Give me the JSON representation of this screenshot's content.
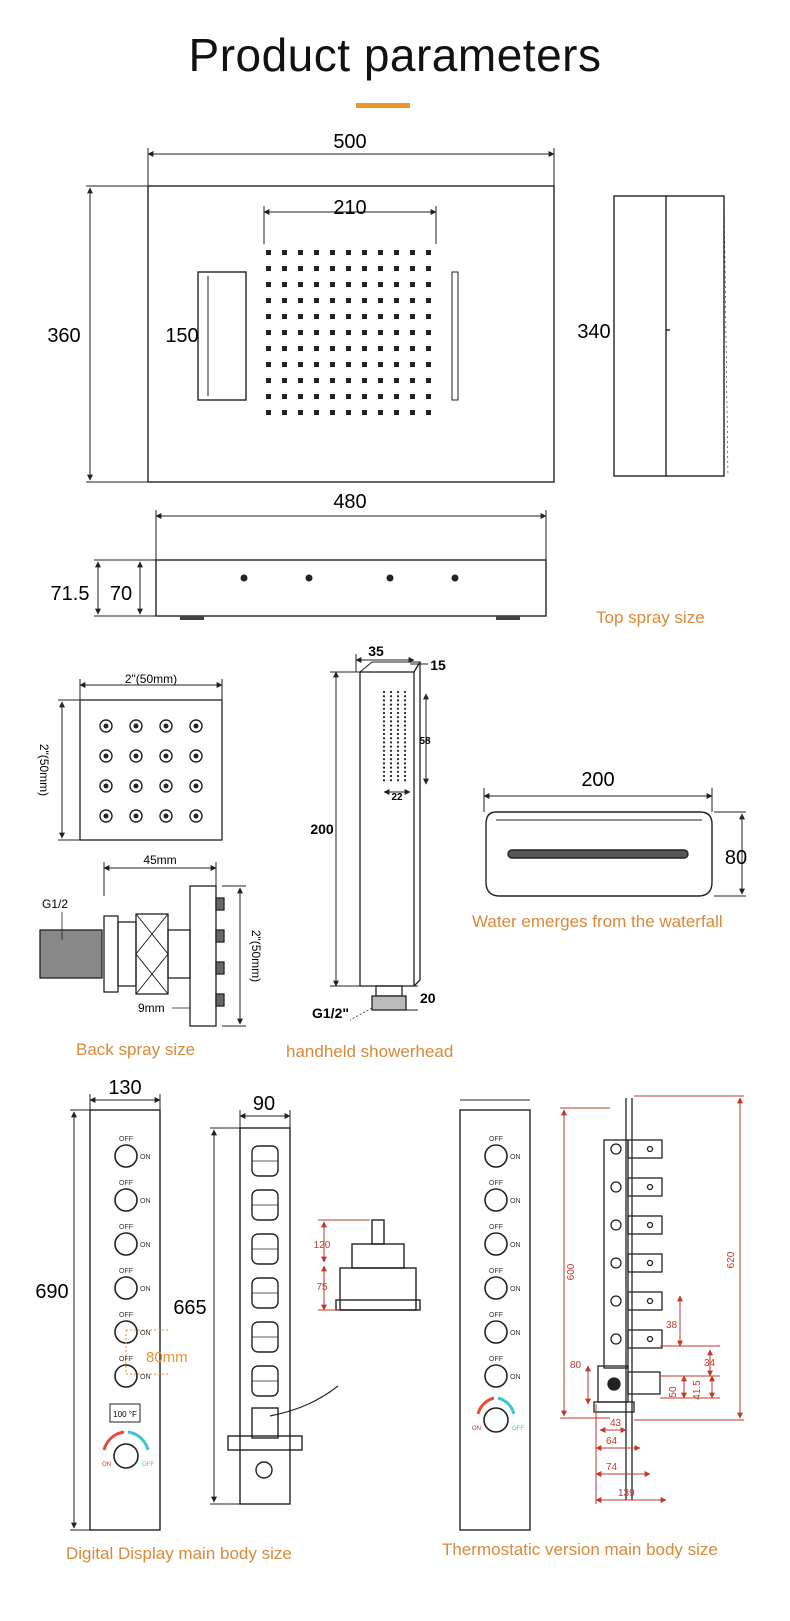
{
  "page": {
    "title": "Product parameters",
    "accent_color": "#e8962e",
    "caption_color": "#d88a3a",
    "dimension_red": "#c0392b"
  },
  "top_spray": {
    "caption": "Top spray size",
    "width": "500",
    "inner_width": "210",
    "height": "360",
    "waterfall_height": "150",
    "side_height": "340",
    "bottom_width": "480",
    "outer_thickness": "71.5",
    "thickness": "70"
  },
  "back_spray": {
    "caption": "Back spray size",
    "face_width": "2\"(50mm)",
    "face_height": "2\"(50mm)",
    "side_depth": "45mm",
    "thread": "G1/2",
    "side_height": "2\"(50mm)",
    "flange": "9mm"
  },
  "handheld": {
    "caption": "handheld showerhead",
    "width": "35",
    "depth": "15",
    "spray_length": "58",
    "spray_width": "22",
    "length": "200",
    "connector": "20",
    "thread": "G1/2\""
  },
  "waterfall": {
    "caption": "Water emerges from the waterfall",
    "width": "200",
    "height": "80"
  },
  "digital_panel": {
    "caption": "Digital Display main body size",
    "width": "130",
    "height": "690",
    "valve_width": "90",
    "valve_height": "665",
    "spacing": "80mm",
    "switch_off": "OFF",
    "switch_on": "ON",
    "display_readout": "100 °F",
    "thermo_on": "ON",
    "thermo_off": "OFF",
    "cart_top": "120",
    "cart_mid": "75"
  },
  "thermostatic_panel": {
    "caption": "Thermostatic version main body size",
    "switch_off": "OFF",
    "switch_on": "ON",
    "thermo_on": "ON",
    "thermo_off": "OFF",
    "dims": {
      "total": "620",
      "left": "600",
      "d38": "38",
      "d34": "34",
      "d80": "80",
      "d50": "50",
      "d41_5": "41.5",
      "d43": "43",
      "d64": "64",
      "d74": "74",
      "d139": "139"
    }
  }
}
